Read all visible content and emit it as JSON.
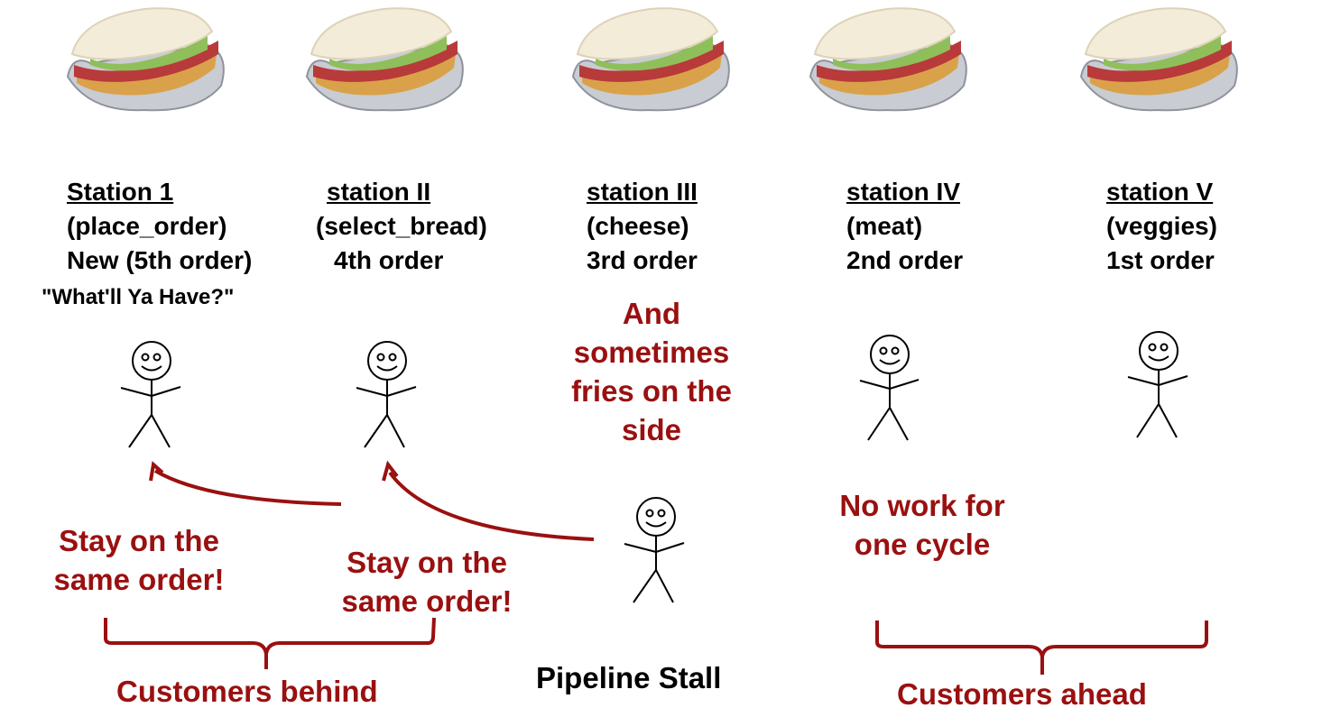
{
  "stations": [
    {
      "title": "Station 1",
      "task": "(place_order)",
      "order": "New (5th order)"
    },
    {
      "title": "station II",
      "task": "(select_bread)",
      "order": "4th order"
    },
    {
      "title": "station III",
      "task": "(cheese)",
      "order": "3rd order"
    },
    {
      "title": "station IV",
      "task": "(meat)",
      "order": "2nd order"
    },
    {
      "title": "station V",
      "task": "(veggies)",
      "order": "1st order"
    }
  ],
  "station1_quote": "\"What'll Ya Have?\"",
  "annotations": {
    "fries_line1": "And",
    "fries_line2": "sometimes",
    "fries_line3": "fries on the",
    "fries_line4": "side",
    "stay1_line1": "Stay on the",
    "stay1_line2": "same order!",
    "stay2_line1": "Stay on the",
    "stay2_line2": "same order!",
    "nowork_line1": "No work for",
    "nowork_line2": "one cycle",
    "customers_behind": "Customers behind",
    "pipeline_stall": "Pipeline Stall",
    "customers_ahead": "Customers ahead"
  },
  "colors": {
    "accent_red": "#9a1010",
    "text_black": "#000000"
  },
  "icons": {
    "sandwich": "sandwich-icon",
    "person": "stick-figure-icon"
  }
}
